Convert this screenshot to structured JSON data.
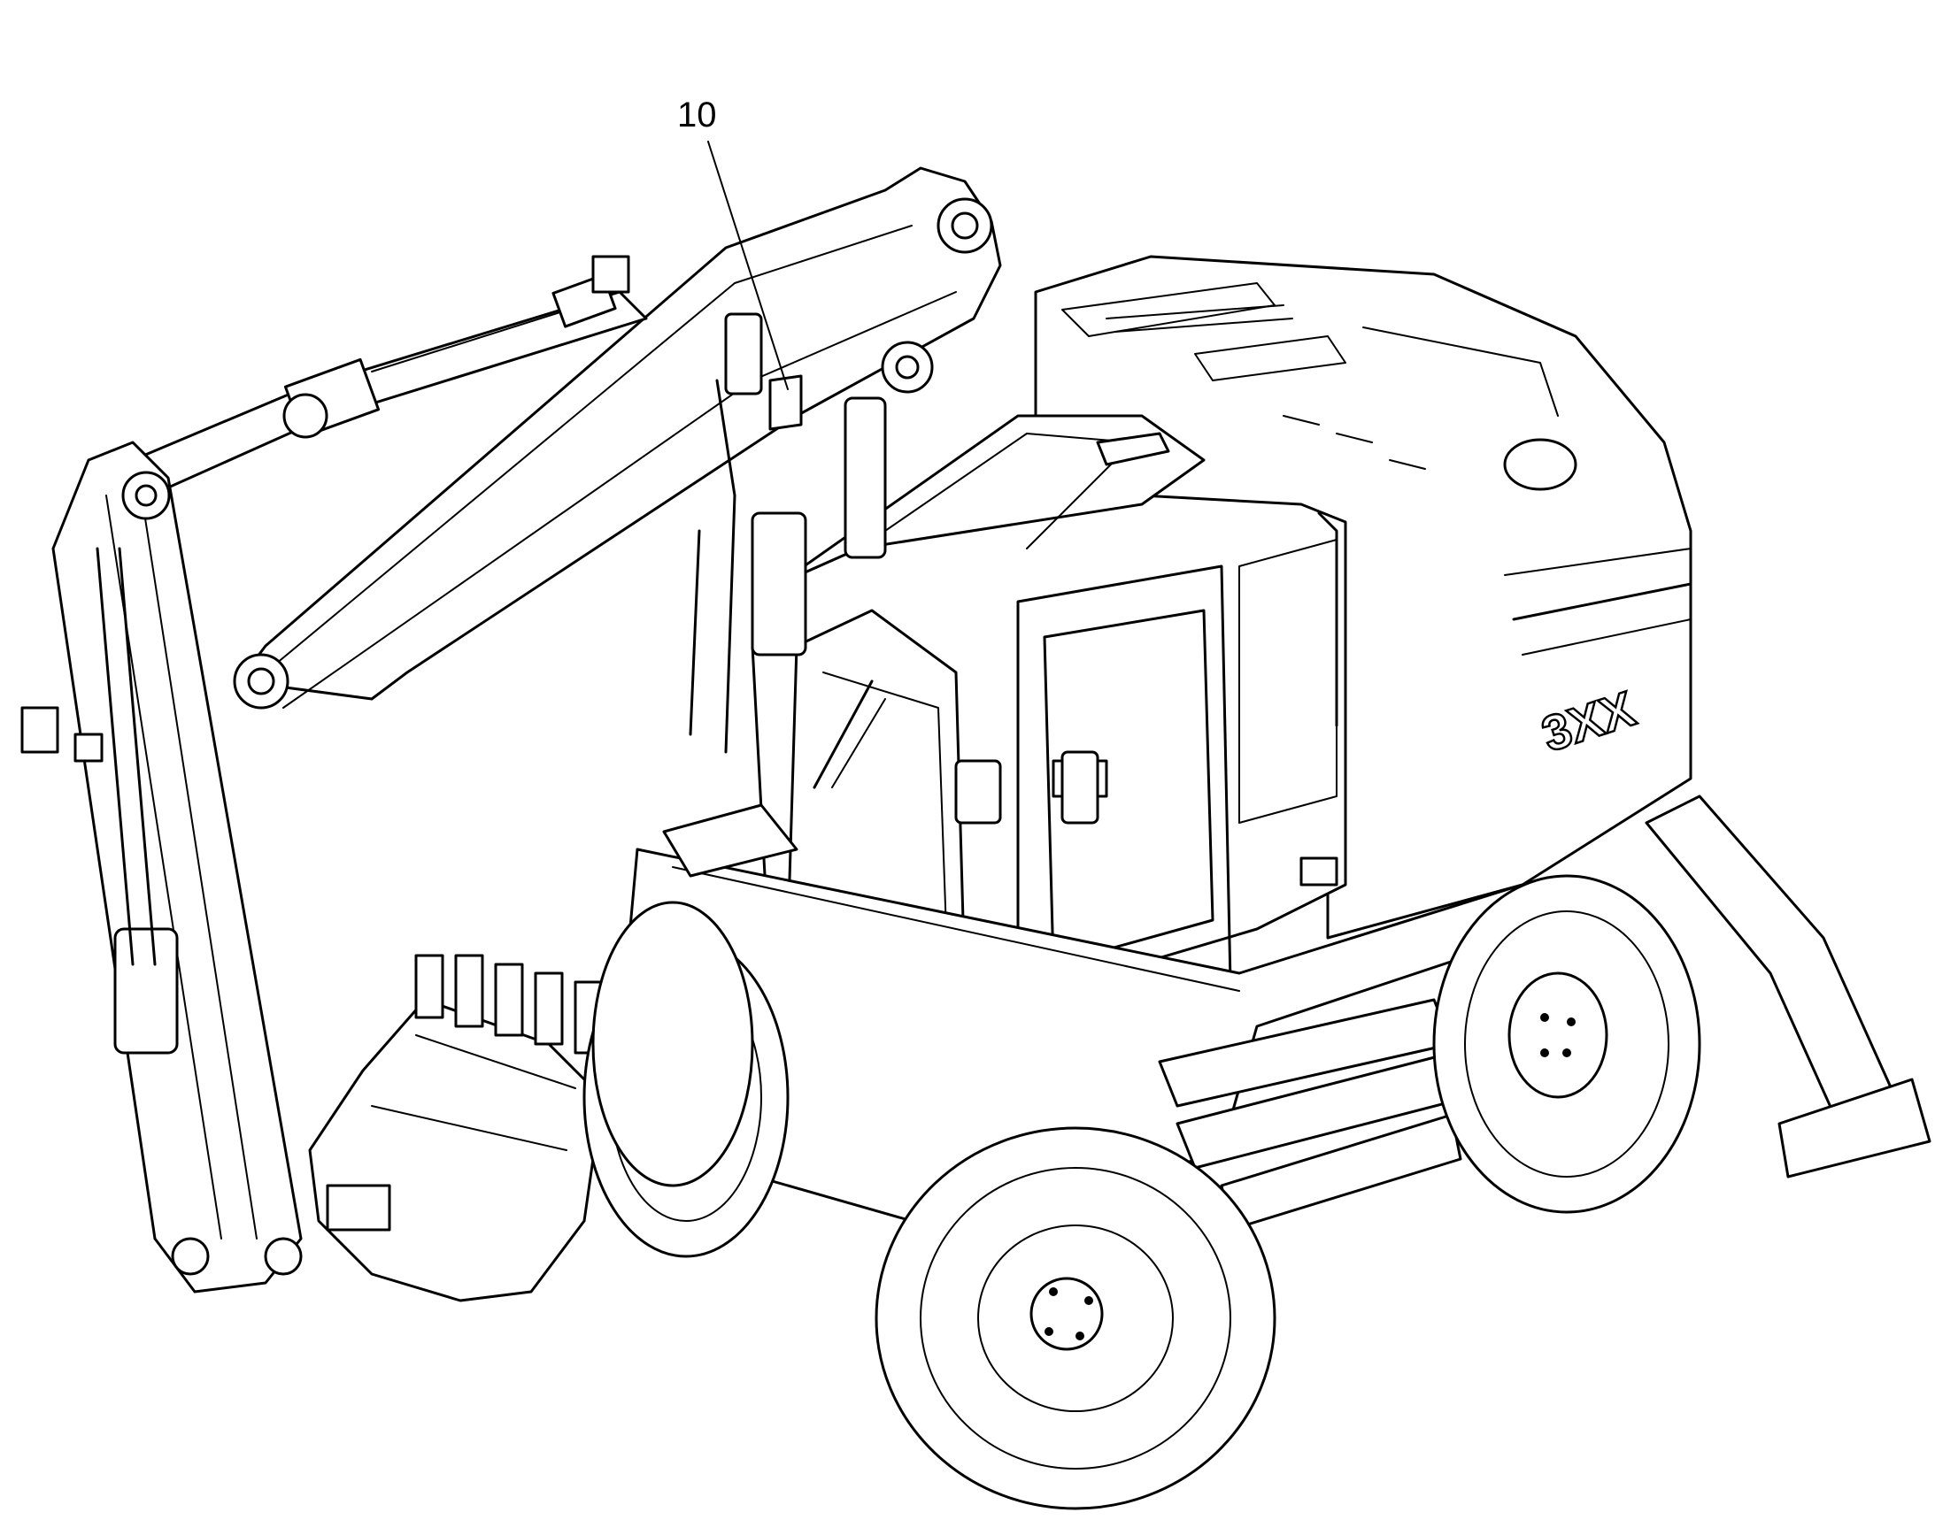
{
  "diagram": {
    "callout": {
      "number": "10"
    },
    "model_badge": "3XX"
  },
  "colors": {
    "line": "#000000",
    "background": "#ffffff"
  },
  "icons": [
    "excavator-line-drawing"
  ]
}
